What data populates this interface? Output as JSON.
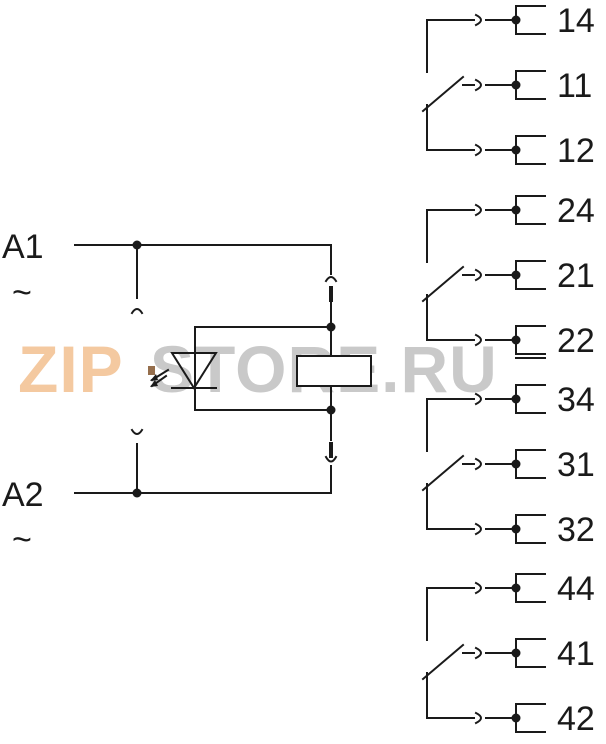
{
  "coil_terminals": [
    {
      "id": "A1",
      "ac_mark": "~"
    },
    {
      "id": "A2",
      "ac_mark": "~"
    }
  ],
  "contact_groups": [
    {
      "terminals": [
        "14",
        "11",
        "12"
      ]
    },
    {
      "terminals": [
        "24",
        "21",
        "22"
      ]
    },
    {
      "terminals": [
        "34",
        "31",
        "32"
      ]
    },
    {
      "terminals": [
        "44",
        "41",
        "42"
      ]
    }
  ],
  "watermark": {
    "part1": "ZIP",
    "part2": "STORE.RU",
    "color1": "#f4c9a0",
    "color2": "#c9c9c9"
  },
  "colors": {
    "line": "#1a1a1a",
    "background": "#ffffff",
    "led_accent": "#7a4a1f"
  }
}
